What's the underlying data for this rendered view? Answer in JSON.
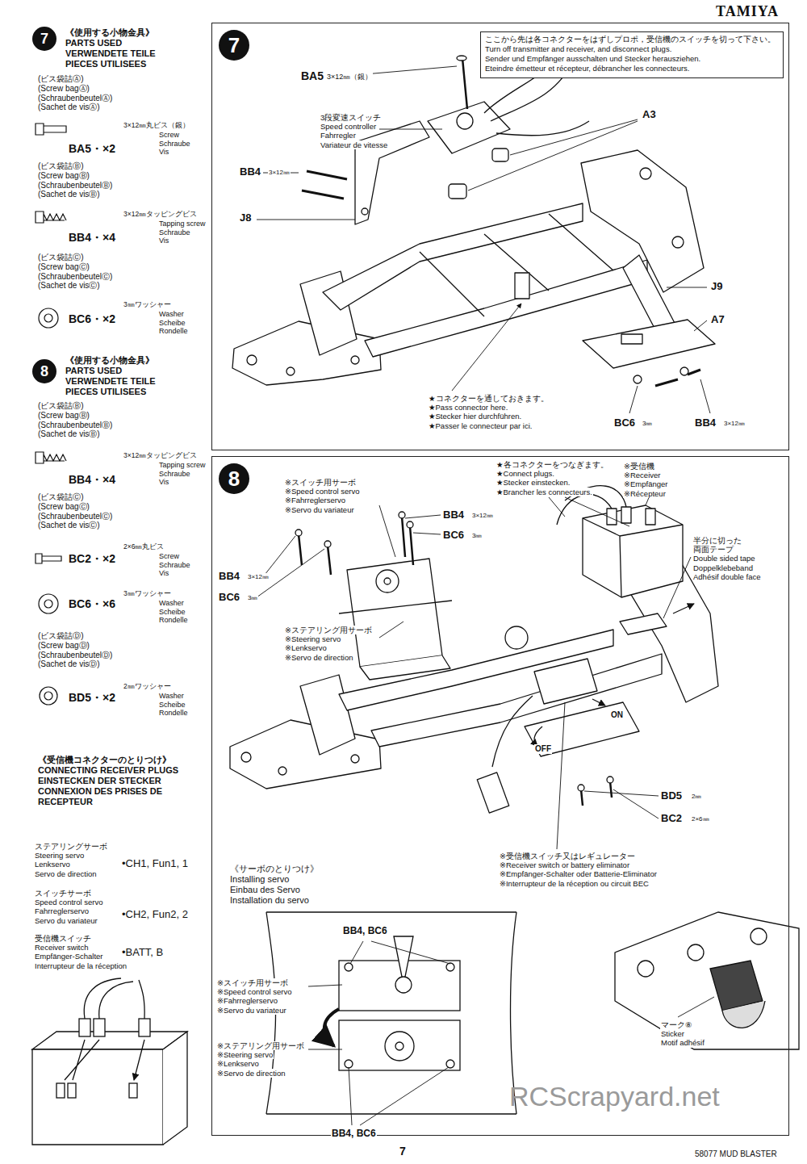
{
  "diagram": {
    "nodes": [
      {
        "text": [
          "7"
        ]
      },
      {
        "text": [
          "ここから先は各コネクターをはずしプロポ，受信機のスイッチを切って下さい。",
          "Turn off transmitter and receiver, and disconnect plugs.",
          "Sender und Empfänger ausschalten und Stecker herausziehen.",
          "Eteindre émetteur et récepteur, débrancher les connecteurs."
        ],
        "in": 0
      },
      {
        "text": [
          "8"
        ]
      }
    ],
    "labels": [
      "TAMIYA",
      "7",
      "《使用する小物金具》",
      "PARTS USED",
      "VERWENDETE TEILE",
      "PIECES UTILISEES",
      "(ビス袋詰Ⓐ)",
      "(Screw bagⒶ)",
      "(SchraubenbeutelⒶ)",
      "(Sachet de visⒶ)",
      "3×12㎜丸ビス（銀）",
      "Screw",
      "Schraube",
      "Vis",
      "BA5・×2",
      "(ビス袋詰Ⓑ)",
      "(Screw bagⒷ)",
      "(SchraubenbeutelⒷ)",
      "(Sachet de visⒷ)",
      "3×12㎜タッピングビス",
      "Tapping screw",
      "Schraube",
      "Vis",
      "BB4・×4",
      "(ビス袋詰Ⓒ)",
      "(Screw bagⒸ)",
      "(SchraubenbeutelⒸ)",
      "(Sachet de visⒸ)",
      "3㎜ワッシャー",
      "Washer",
      "Scheibe",
      "Rondelle",
      "BC6・×2",
      "8",
      "《使用する小物金具》",
      "PARTS USED",
      "VERWENDETE TEILE",
      "PIECES UTILISEES",
      "(ビス袋詰Ⓑ)",
      "(Screw bagⒷ)",
      "(SchraubenbeutelⒷ)",
      "(Sachet de visⒷ)",
      "3×12㎜タッピングビス",
      "Tapping screw",
      "Schraube",
      "Vis",
      "BB4・×4",
      "(ビス袋詰Ⓒ)",
      "(Screw bagⒸ)",
      "(SchraubenbeutelⒸ)",
      "(Sachet de visⒸ)",
      "2×6㎜丸ビス",
      "Screw",
      "Schraube",
      "Vis",
      "BC2・×2",
      "3㎜ワッシャー",
      "Washer",
      "Scheibe",
      "Rondelle",
      "BC6・×6",
      "(ビス袋詰Ⓓ)",
      "(Screw bagⒹ)",
      "(SchraubenbeutelⒹ)",
      "(Sachet de visⒹ)",
      "2㎜ワッシャー",
      "Washer",
      "Scheibe",
      "Rondelle",
      "BD5・×2",
      "《受信機コネクターのとりつけ》",
      "CONNECTING RECEIVER PLUGS",
      "EINSTECKEN DER STECKER",
      "CONNEXION DES PRISES DE RECEPTEUR",
      "ステアリングサーボ",
      "Steering servo",
      "Lenkservo",
      "Servo de direction",
      "•CH1, Fun1, 1",
      "スイッチサーボ",
      "Speed control servo",
      "Fahrreglerservo",
      "Servo du variateur",
      "•CH2, Fun2, 2",
      "受信機スイッチ",
      "Receiver switch",
      "Empfänger-Schalter",
      "Interrupteur de la réception",
      "•BATT, B",
      "BA5",
      "3×12㎜（銀）",
      "3段変速スイッチ",
      "Speed controller",
      "Fahrregler",
      "Variateur de vitesse",
      "A3",
      "BB4",
      "3×12㎜",
      "J8",
      "J9",
      "A7",
      "★コネクターを通しておきます。",
      "★Pass connector here.",
      "★Stecker hier durchführen.",
      "★Passer le connecteur par ici.",
      "BC6",
      "3㎜",
      "BB4",
      "3×12㎜",
      "※スイッチ用サーボ",
      "※Speed control servo",
      "※Fahrreglerservo",
      "※Servo du variateur",
      "BB4",
      "3×12㎜",
      "BC6",
      "3㎜",
      "BB4",
      "3×12㎜",
      "BC6",
      "3㎜",
      "※ステアリング用サーボ",
      "※Steering servo",
      "※Lenkservo",
      "※Servo de direction",
      "★各コネクターをつなぎます。",
      "★Connect plugs.",
      "★Stecker einstecken.",
      "★Brancher les connecteurs.",
      "※受信機",
      "※Receiver",
      "※Empfänger",
      "※Récepteur",
      "半分に切った",
      "両面テープ",
      "Double sided tape",
      "Doppelklebeband",
      "Adhésif double face",
      "ON",
      "OFF",
      "BD5",
      "2㎜",
      "BC2",
      "2×6㎜",
      "※受信機スイッチ又はレギュレーター",
      "※Receiver switch or battery eliminator",
      "※Empfänger-Schalter oder Batterie-Eliminator",
      "※Interrupteur de la réception ou circuit BEC",
      "《サーボのとりつけ》",
      "Installing servo",
      "Einbau des Servo",
      "Installation du servo",
      "BB4, BC6",
      "※スイッチ用サーボ",
      "※Speed control servo",
      "※Fahrreglerservo",
      "※Servo du variateur",
      "※ステアリング用サーボ",
      "※Steering servo",
      "※Lenkservo",
      "※Servo de direction",
      "BB4, BC6",
      "マーク⑧",
      "Sticker",
      "Motif adhésif",
      "7",
      "58077 MUD BLASTER",
      "RCScrapyard.net"
    ]
  }
}
